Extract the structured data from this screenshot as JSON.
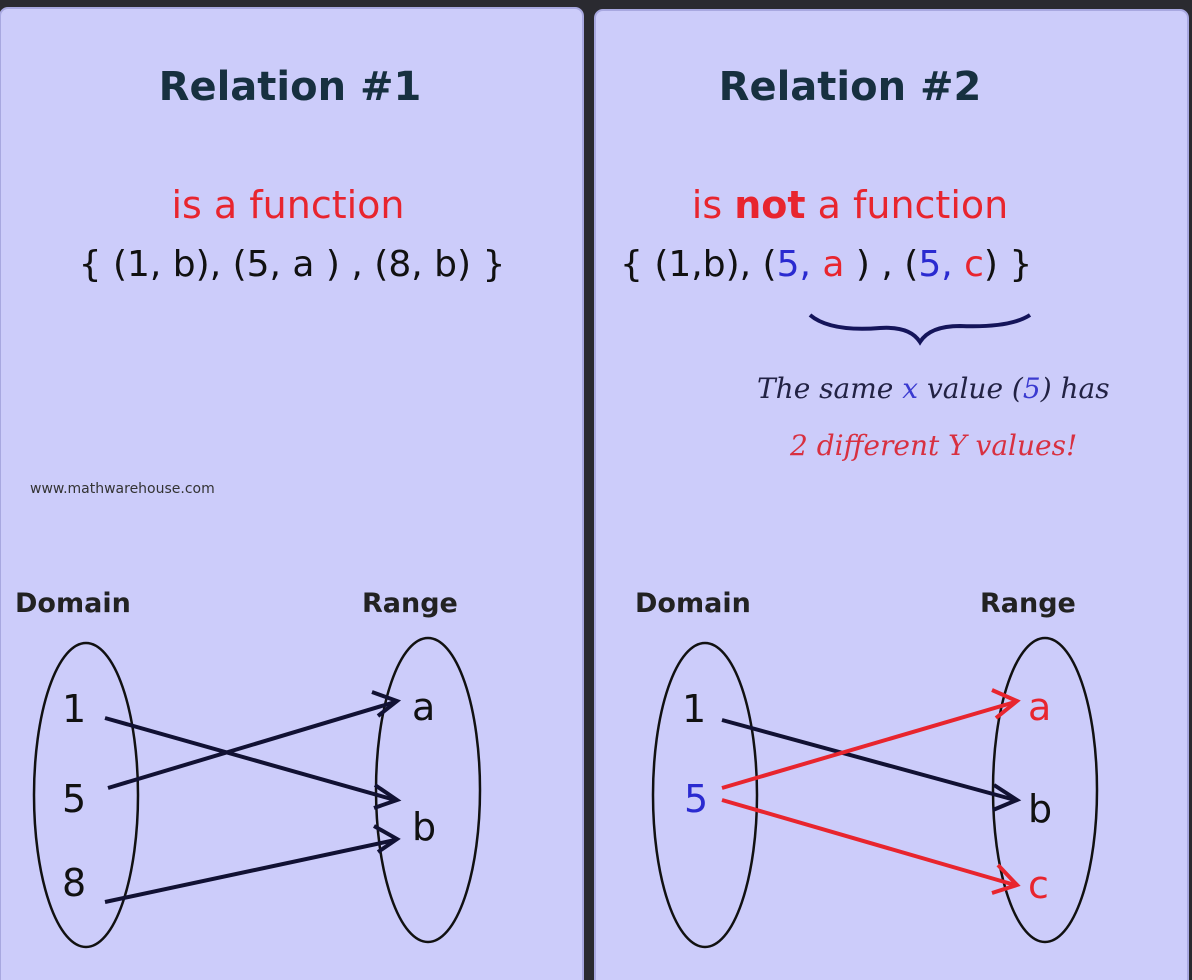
{
  "colors": {
    "background": "#ccccfa",
    "red": "#e8252e",
    "blue": "#2a2ad0",
    "dark": "#111133"
  },
  "relation1": {
    "title": "Relation #1",
    "verdict": "is a function",
    "set": "{ (1, b), (5, a ) , (8, b) }",
    "watermark": "www.mathwarehouse.com",
    "domain_label": "Domain",
    "range_label": "Range",
    "domain": [
      "1",
      "5",
      "8"
    ],
    "range": [
      "a",
      "b"
    ],
    "mappings": [
      [
        "1",
        "b"
      ],
      [
        "5",
        "a"
      ],
      [
        "8",
        "b"
      ]
    ]
  },
  "relation2": {
    "title": "Relation #2",
    "verdict_pre": "is ",
    "verdict_bold": "not",
    "verdict_post": " a function",
    "set_parts": [
      "{ (1,b), (",
      "5",
      ", ",
      "a",
      " ) , (",
      "5",
      ", ",
      "c",
      ") }"
    ],
    "note_line1_a": "The same ",
    "note_line1_x": "x",
    "note_line1_b": " value (",
    "note_line1_5": "5",
    "note_line1_c": ") has",
    "note_line2": "2 different Y values!",
    "domain_label": "Domain",
    "range_label": "Range",
    "domain": [
      "1",
      "5"
    ],
    "range": [
      "a",
      "b",
      "c"
    ],
    "mappings": [
      [
        "1",
        "b"
      ],
      [
        "5",
        "a"
      ],
      [
        "5",
        "c"
      ]
    ]
  }
}
